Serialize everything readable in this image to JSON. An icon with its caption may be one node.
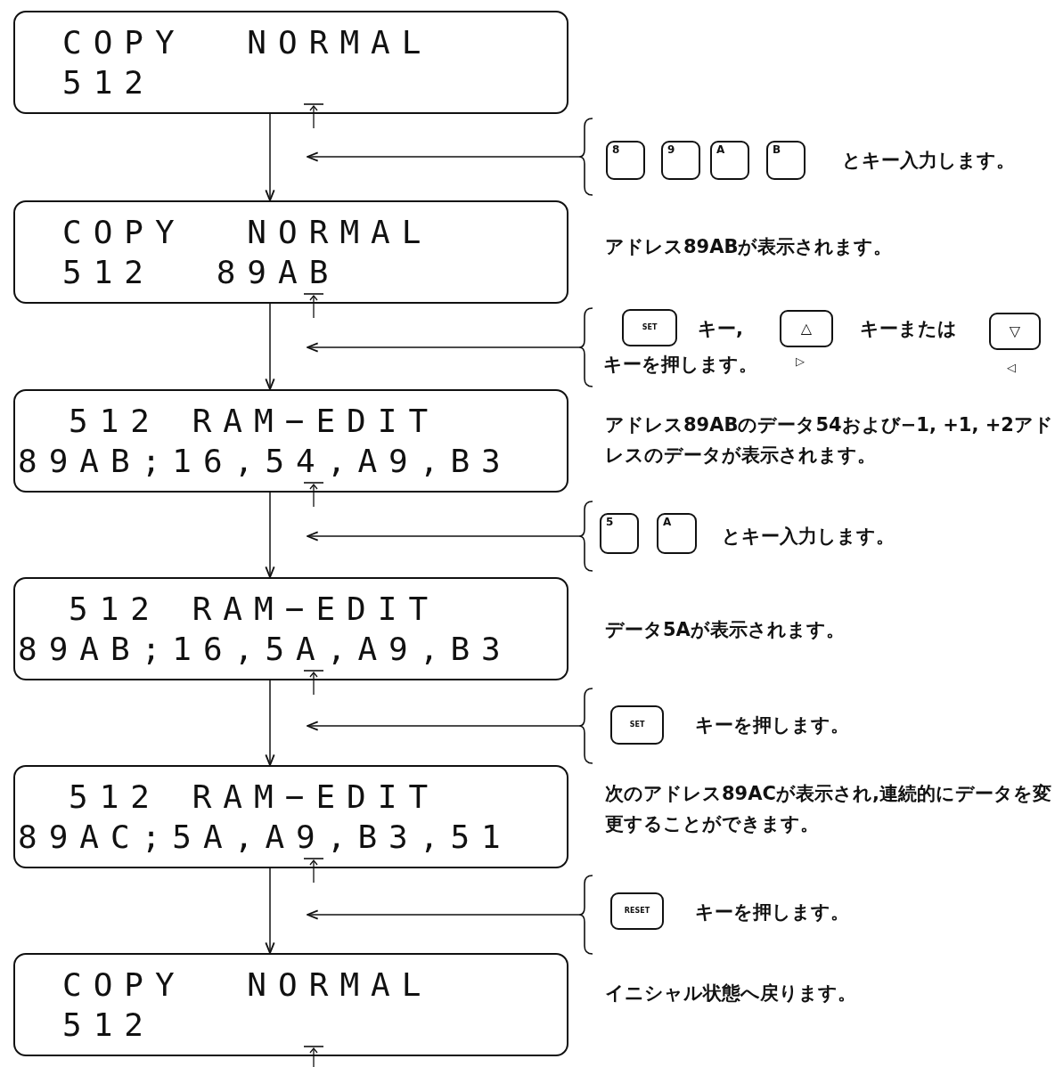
{
  "diagram": {
    "nodes": [
      {
        "text": [
          "COPY NORMAL",
          "512"
        ]
      },
      {
        "text": [
          "とキー入力します。"
        ]
      },
      {
        "text": [
          "8"
        ],
        "in": 1
      },
      {
        "text": [
          "9"
        ],
        "in": 1
      },
      {
        "text": [
          "A"
        ],
        "in": 1
      },
      {
        "text": [
          "B"
        ],
        "in": 1
      },
      {
        "text": [
          "COPY NORMAL",
          "512 89AB"
        ],
        "beside": [
          "アドレス89ABが表示されます。"
        ]
      },
      {
        "text": [
          "キー,",
          "キーまたは",
          "キーを押します。"
        ]
      },
      {
        "text": [
          "SET"
        ],
        "in": 7
      },
      {
        "text": [
          "△"
        ],
        "in": 7,
        "beside": [
          "▷"
        ]
      },
      {
        "text": [
          "▽"
        ],
        "in": 7,
        "beside": [
          "◁"
        ]
      },
      {
        "text": [
          "512 RAM−EDIT",
          "89AB;16,54,A9,B3"
        ],
        "beside": [
          "アドレス89ABのデータ54および−1, +1, +2アドレスのデータが表示されます。"
        ]
      },
      {
        "text": [
          "とキー入力します。"
        ]
      },
      {
        "text": [
          "5"
        ],
        "in": 12
      },
      {
        "text": [
          "A"
        ],
        "in": 12
      },
      {
        "text": [
          "512 RAM−EDIT",
          "89AB;16,5A,A9,B3"
        ],
        "beside": [
          "データ5Aが表示されます。"
        ]
      },
      {
        "text": [
          "キーを押します。"
        ]
      },
      {
        "text": [
          "SET"
        ],
        "in": 16
      },
      {
        "text": [
          "512 RAM−EDIT",
          "89AC;5A,A9,B3,51"
        ],
        "beside": [
          "次のアドレス89ACが表示され,連続的にデータを変更することができます。"
        ]
      },
      {
        "text": [
          "キーを押します。"
        ]
      },
      {
        "text": [
          "RESET"
        ],
        "in": 19
      },
      {
        "text": [
          "COPY NORMAL",
          "512"
        ],
        "beside": [
          "イニシャル状態へ戻ります。"
        ]
      }
    ],
    "edges": [
      {
        "from": 0,
        "to": 6,
        "arrow": "to"
      },
      {
        "from": 6,
        "to": 11,
        "arrow": "to"
      },
      {
        "from": 11,
        "to": 15,
        "arrow": "to"
      },
      {
        "from": 15,
        "to": 18,
        "arrow": "to"
      },
      {
        "from": 18,
        "to": 21,
        "arrow": "to"
      },
      {
        "from": 1,
        "to": null,
        "arrow": "to"
      },
      {
        "from": 7,
        "to": null,
        "arrow": "to"
      },
      {
        "from": 12,
        "to": null,
        "arrow": "to"
      },
      {
        "from": 16,
        "to": null,
        "arrow": "to"
      },
      {
        "from": 19,
        "to": null,
        "arrow": "to"
      }
    ]
  }
}
